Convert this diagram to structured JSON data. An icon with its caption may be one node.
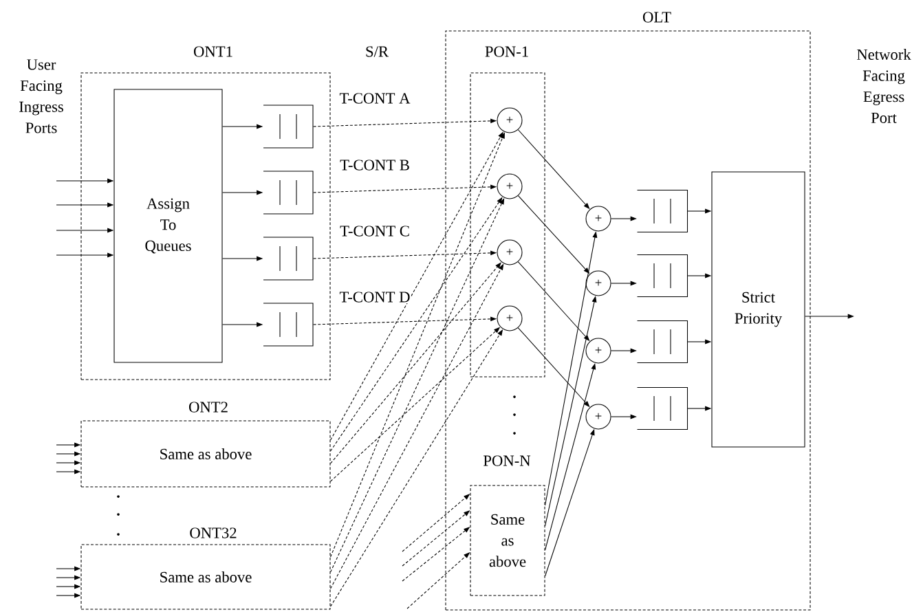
{
  "diagram": {
    "nodes": [
      {
        "text": [
          "ONT1"
        ]
      },
      {
        "text": [
          "Assign To Queues"
        ],
        "in": 0
      },
      {
        "text": [],
        "shape": "box",
        "in": 0
      },
      {
        "text": [],
        "shape": "box",
        "in": 0
      },
      {
        "text": [],
        "shape": "box",
        "in": 0
      },
      {
        "text": [],
        "shape": "box",
        "in": 0
      },
      {
        "text": [
          "ONT2",
          "Same as above"
        ]
      },
      {
        "text": [
          "ONT32",
          "Same as above"
        ]
      },
      {
        "text": [
          "OLT"
        ]
      },
      {
        "text": [
          "PON-1"
        ],
        "in": 8
      },
      {
        "text": [
          "+"
        ],
        "in": 9
      },
      {
        "text": [
          "+"
        ],
        "in": 9
      },
      {
        "text": [
          "+"
        ],
        "in": 9
      },
      {
        "text": [
          "+"
        ],
        "in": 9
      },
      {
        "text": [
          "PON-N",
          "Same as above"
        ],
        "in": 8
      },
      {
        "text": [
          "+"
        ],
        "in": 8
      },
      {
        "text": [
          "+"
        ],
        "in": 8
      },
      {
        "text": [
          "+"
        ],
        "in": 8
      },
      {
        "text": [
          "+"
        ],
        "in": 8
      },
      {
        "text": [],
        "shape": "box",
        "in": 8
      },
      {
        "text": [],
        "shape": "box",
        "in": 8
      },
      {
        "text": [],
        "shape": "box",
        "in": 8
      },
      {
        "text": [],
        "shape": "box",
        "in": 8
      },
      {
        "text": [
          "Strict Priority"
        ],
        "in": 8
      }
    ],
    "edges": [
      {
        "from": null,
        "to": 1,
        "arrow": "to"
      },
      {
        "from": null,
        "to": 1,
        "arrow": "to"
      },
      {
        "from": null,
        "to": 1,
        "arrow": "to"
      },
      {
        "from": null,
        "to": 1,
        "arrow": "to"
      },
      {
        "from": 1,
        "to": 2,
        "arrow": "to"
      },
      {
        "from": 1,
        "to": 3,
        "arrow": "to"
      },
      {
        "from": 1,
        "to": 4,
        "arrow": "to"
      },
      {
        "from": 1,
        "to": 5,
        "arrow": "to"
      },
      {
        "from": 2,
        "to": 10,
        "arrow": "to",
        "style": "dashed",
        "label": "T-CONT A"
      },
      {
        "from": 3,
        "to": 11,
        "arrow": "to",
        "style": "dashed",
        "label": "T-CONT B"
      },
      {
        "from": 4,
        "to": 12,
        "arrow": "to",
        "style": "dashed",
        "label": "T-CONT C"
      },
      {
        "from": 5,
        "to": 13,
        "arrow": "to",
        "style": "dashed",
        "label": "T-CONT D"
      },
      {
        "from": 6,
        "to": 10,
        "arrow": "to",
        "style": "dashed"
      },
      {
        "from": 6,
        "to": 11,
        "arrow": "to",
        "style": "dashed"
      },
      {
        "from": 6,
        "to": 12,
        "arrow": "to",
        "style": "dashed"
      },
      {
        "from": 6,
        "to": 13,
        "arrow": "to",
        "style": "dashed"
      },
      {
        "from": 7,
        "to": 10,
        "arrow": "to",
        "style": "dashed"
      },
      {
        "from": 7,
        "to": 11,
        "arrow": "to",
        "style": "dashed"
      },
      {
        "from": 7,
        "to": 12,
        "arrow": "to",
        "style": "dashed"
      },
      {
        "from": 7,
        "to": 13,
        "arrow": "to",
        "style": "dashed"
      },
      {
        "from": null,
        "to": 14,
        "arrow": "to",
        "style": "dashed"
      },
      {
        "from": null,
        "to": 14,
        "arrow": "to",
        "style": "dashed"
      },
      {
        "from": null,
        "to": 14,
        "arrow": "to",
        "style": "dashed"
      },
      {
        "from": null,
        "to": 14,
        "arrow": "to",
        "style": "dashed"
      },
      {
        "from": 10,
        "to": 15,
        "arrow": "to"
      },
      {
        "from": 11,
        "to": 16,
        "arrow": "to"
      },
      {
        "from": 12,
        "to": 17,
        "arrow": "to"
      },
      {
        "from": 13,
        "to": 18,
        "arrow": "to"
      },
      {
        "from": 14,
        "to": 15,
        "arrow": "to"
      },
      {
        "from": 14,
        "to": 16,
        "arrow": "to"
      },
      {
        "from": 14,
        "to": 17,
        "arrow": "to"
      },
      {
        "from": 14,
        "to": 18,
        "arrow": "to"
      },
      {
        "from": 15,
        "to": 19,
        "arrow": "to"
      },
      {
        "from": 16,
        "to": 20,
        "arrow": "to"
      },
      {
        "from": 17,
        "to": 21,
        "arrow": "to"
      },
      {
        "from": 18,
        "to": 22,
        "arrow": "to"
      },
      {
        "from": 19,
        "to": 23,
        "arrow": "to"
      },
      {
        "from": 20,
        "to": 23,
        "arrow": "to"
      },
      {
        "from": 21,
        "to": 23,
        "arrow": "to"
      },
      {
        "from": 22,
        "to": 23,
        "arrow": "to"
      },
      {
        "from": 23,
        "to": null,
        "arrow": "to"
      },
      {
        "from": null,
        "to": 6,
        "arrow": "to"
      },
      {
        "from": null,
        "to": 6,
        "arrow": "to"
      },
      {
        "from": null,
        "to": 6,
        "arrow": "to"
      },
      {
        "from": null,
        "to": 6,
        "arrow": "to"
      },
      {
        "from": null,
        "to": 7,
        "arrow": "to"
      },
      {
        "from": null,
        "to": 7,
        "arrow": "to"
      },
      {
        "from": null,
        "to": 7,
        "arrow": "to"
      },
      {
        "from": null,
        "to": 7,
        "arrow": "to"
      }
    ],
    "labels": [
      "User Facing Ingress Ports",
      "S/R",
      "Network Facing Egress Port"
    ]
  }
}
